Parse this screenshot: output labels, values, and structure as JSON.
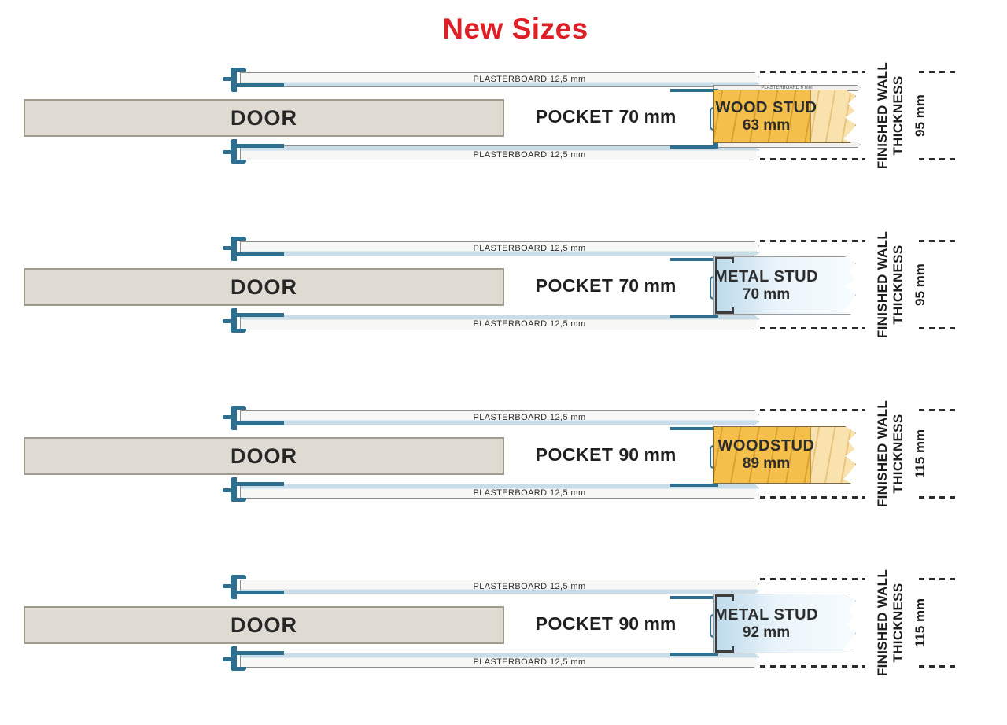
{
  "title": "New Sizes",
  "colors": {
    "title_red": "#df1f26",
    "teal": "#2e6e8e",
    "wood": "#f4c04b",
    "wood_light": "#f9e2ae",
    "metal_light": "#bcd9ea",
    "pb_blue": "#c9dde9",
    "door_fill": "#dfdbd3",
    "door_border": "#a19b8d",
    "ink": "#2b2b2b"
  },
  "rows": [
    {
      "door": "DOOR",
      "plasterboard_top": "PLASTERBOARD 12,5 mm",
      "plasterboard_bottom": "PLASTERBOARD 12,5 mm",
      "plasterboard_small": "PLASTERBOARD 6 mm",
      "pocket_name": "POCKET",
      "pocket_size": "70 mm",
      "stud_type": "wood",
      "stud_label": "WOOD STUD",
      "stud_size": "63 mm",
      "wall_label_line1": "FINISHED WALL",
      "wall_label_line2": "THICKNESS",
      "wall_size": "95 mm"
    },
    {
      "door": "DOOR",
      "plasterboard_top": "PLASTERBOARD 12,5 mm",
      "plasterboard_bottom": "PLASTERBOARD 12,5 mm",
      "pocket_name": "POCKET",
      "pocket_size": "70 mm",
      "stud_type": "metal",
      "stud_label": "METAL STUD",
      "stud_size": "70 mm",
      "wall_label_line1": "FINISHED WALL",
      "wall_label_line2": "THICKNESS",
      "wall_size": "95 mm"
    },
    {
      "door": "DOOR",
      "plasterboard_top": "PLASTERBOARD 12,5 mm",
      "plasterboard_bottom": "PLASTERBOARD 12,5 mm",
      "pocket_name": "POCKET",
      "pocket_size": "90 mm",
      "stud_type": "wood",
      "stud_label": "WOODSTUD",
      "stud_size": "89 mm",
      "wall_label_line1": "FINISHED WALL",
      "wall_label_line2": "THICKNESS",
      "wall_size": "115 mm"
    },
    {
      "door": "DOOR",
      "plasterboard_top": "PLASTERBOARD 12,5 mm",
      "plasterboard_bottom": "PLASTERBOARD 12,5 mm",
      "pocket_name": "POCKET",
      "pocket_size": "90 mm",
      "stud_type": "metal",
      "stud_label": "METAL STUD",
      "stud_size": "92 mm",
      "wall_label_line1": "FINISHED WALL",
      "wall_label_line2": "THICKNESS",
      "wall_size": "115 mm"
    }
  ]
}
